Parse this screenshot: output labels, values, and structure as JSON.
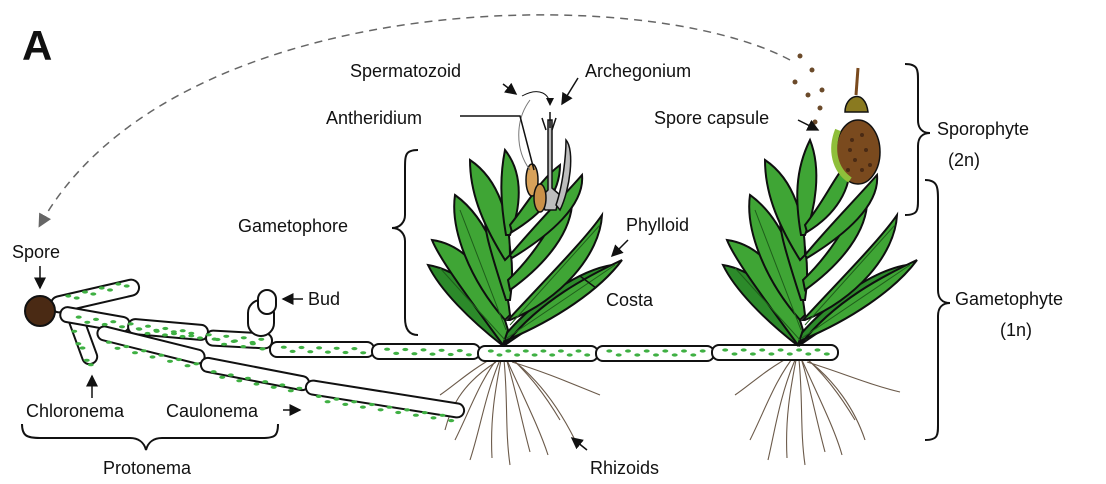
{
  "panel_label": "A",
  "labels": {
    "spermatozoid": "Spermatozoid",
    "archegonium": "Archegonium",
    "antheridium": "Antheridium",
    "spore_capsule": "Spore capsule",
    "sporophyte": "Sporophyte",
    "sporophyte_ploidy": "(2n)",
    "gametophore": "Gametophore",
    "phylloid": "Phylloid",
    "spore": "Spore",
    "bud": "Bud",
    "costa": "Costa",
    "gametophyte": "Gametophyte",
    "gametophyte_ploidy": "(1n)",
    "chloronema": "Chloronema",
    "caulonema": "Caulonema",
    "protonema": "Protonema",
    "rhizoids": "Rhizoids"
  },
  "colors": {
    "leaf": "#3fa535",
    "chloroplast": "#3fb043",
    "spore": "#4a2a14",
    "capsule": "#7a4a1e",
    "rhizoid": "#6b5a4a"
  }
}
